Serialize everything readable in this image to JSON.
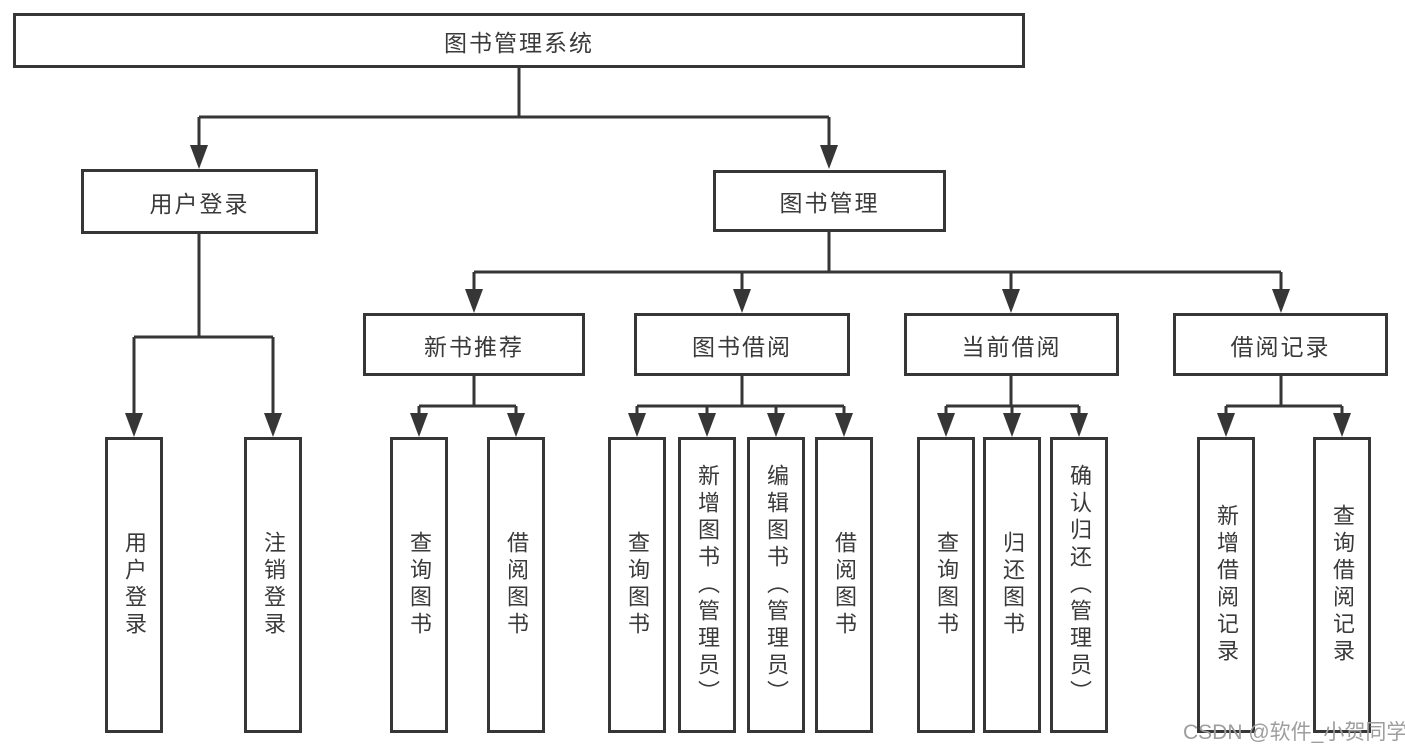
{
  "diagram": {
    "root": {
      "label": "图书管理系统"
    },
    "branches": [
      {
        "label": "用户登录",
        "children": [
          {
            "label": "用户登录"
          },
          {
            "label": "注销登录"
          }
        ]
      },
      {
        "label": "图书管理",
        "children": [
          {
            "label": "新书推荐",
            "children": [
              {
                "label": "查询图书"
              },
              {
                "label": "借阅图书"
              }
            ]
          },
          {
            "label": "图书借阅",
            "children": [
              {
                "label": "查询图书"
              },
              {
                "label": "新增图书（管理员）"
              },
              {
                "label": "编辑图书（管理员）"
              },
              {
                "label": "借阅图书"
              }
            ]
          },
          {
            "label": "当前借阅",
            "children": [
              {
                "label": "查询图书"
              },
              {
                "label": "归还图书"
              },
              {
                "label": "确认归还（管理员）"
              }
            ]
          },
          {
            "label": "借阅记录",
            "children": [
              {
                "label": "新增借阅记录"
              },
              {
                "label": "查询借阅记录"
              }
            ]
          }
        ]
      }
    ]
  },
  "watermark": {
    "text": "CSDN @软件_小贺同学"
  },
  "colors": {
    "line": "#363636",
    "box_border": "#363636",
    "text": "#3a3a3a",
    "watermark": "#9e9e9e",
    "background": "#ffffff"
  }
}
